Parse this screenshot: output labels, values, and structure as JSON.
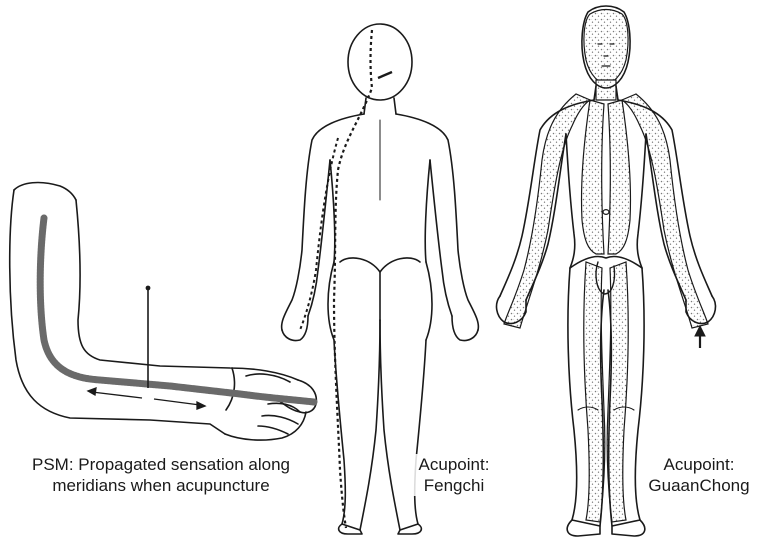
{
  "captions": {
    "psm": {
      "line1": "PSM: Propagated sensation along",
      "line2": "meridians when acupuncture"
    },
    "fengchi": {
      "line1": "Acupoint:",
      "line2": "Fengchi"
    },
    "guanchong": {
      "line1": "Acupoint:",
      "line2": "GuaanChong"
    }
  },
  "colors": {
    "outline": "#1a1a1a",
    "meridian": "#6a6a6a",
    "stipple": "#8a8a8a"
  },
  "figures": [
    {
      "name": "arm-with-needle",
      "view": "bent arm, side view"
    },
    {
      "name": "back-view-figure",
      "view": "body, back view"
    },
    {
      "name": "front-view-figure",
      "view": "body, front view"
    }
  ]
}
